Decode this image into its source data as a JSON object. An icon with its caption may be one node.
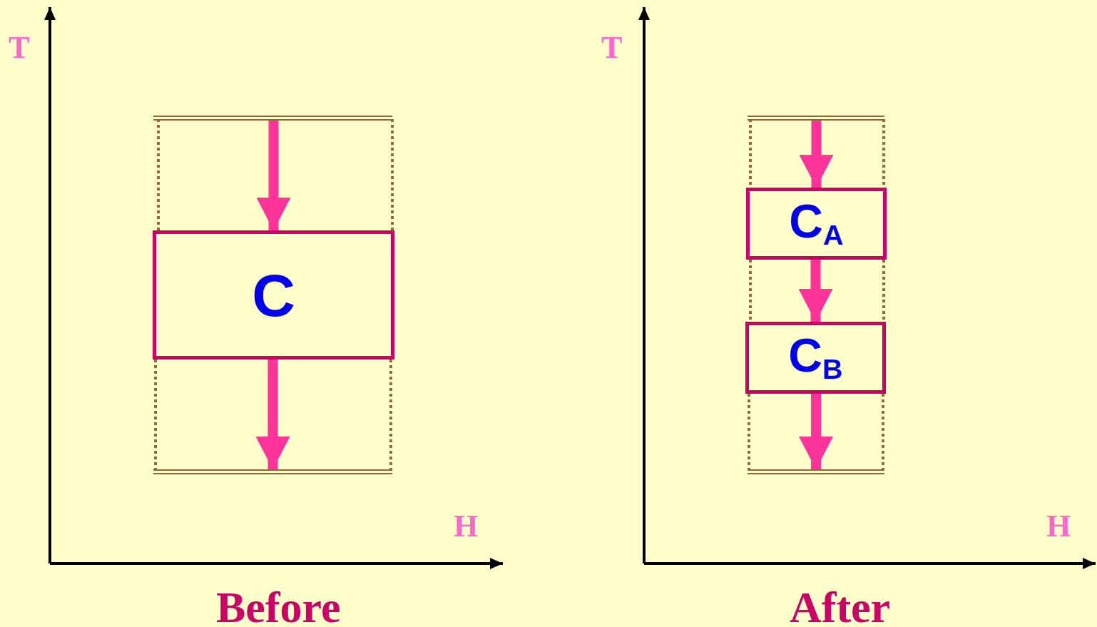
{
  "diagram": {
    "nodes": [
      {
        "text": [],
        "shape": "bar"
      },
      {
        "text": [
          "C"
        ]
      },
      {
        "text": [],
        "shape": "bar"
      },
      {
        "text": [],
        "shape": "bar"
      },
      {
        "text": [
          "C$_{A}$"
        ]
      },
      {
        "text": [
          "C$_{B}$"
        ]
      },
      {
        "text": [],
        "shape": "bar"
      }
    ],
    "edges": [
      {
        "from": 0,
        "to": 1,
        "arrow": "to"
      },
      {
        "from": 1,
        "to": 2,
        "arrow": "to"
      },
      {
        "from": 3,
        "to": 4,
        "arrow": "to"
      },
      {
        "from": 4,
        "to": 5,
        "arrow": "to"
      },
      {
        "from": 5,
        "to": 6,
        "arrow": "to"
      }
    ],
    "labels": [
      "T",
      "H",
      "Before",
      "T",
      "H",
      "After"
    ]
  }
}
